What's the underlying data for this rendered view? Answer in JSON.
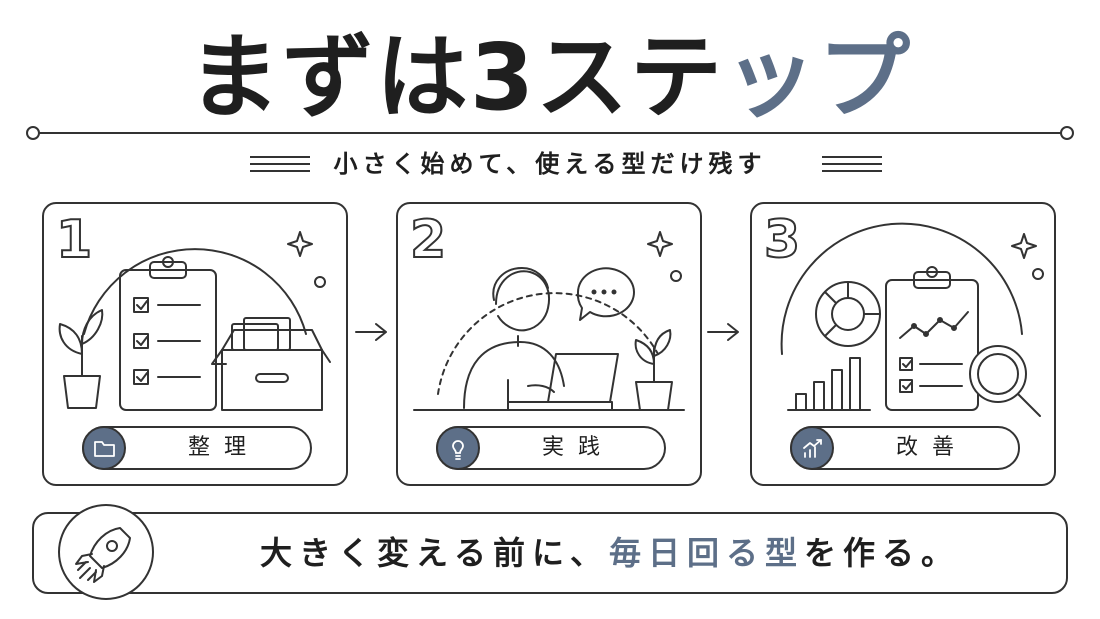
{
  "title": {
    "main": "まずは3ステ",
    "accent": "ップ"
  },
  "subtitle": "小さく始めて、使える型だけ残す",
  "steps": [
    {
      "number": "1",
      "label": "整理",
      "icon": "folder-icon"
    },
    {
      "number": "2",
      "label": "実践",
      "icon": "lightbulb-icon"
    },
    {
      "number": "3",
      "label": "改善",
      "icon": "growth-chart-icon"
    }
  ],
  "banner": {
    "text_before": "大きく変える前に、",
    "text_accent": "毎日回る型",
    "text_after": "を作る。",
    "icon": "rocket-icon"
  },
  "colors": {
    "accent": "#5d6f88",
    "ink": "#333333"
  }
}
